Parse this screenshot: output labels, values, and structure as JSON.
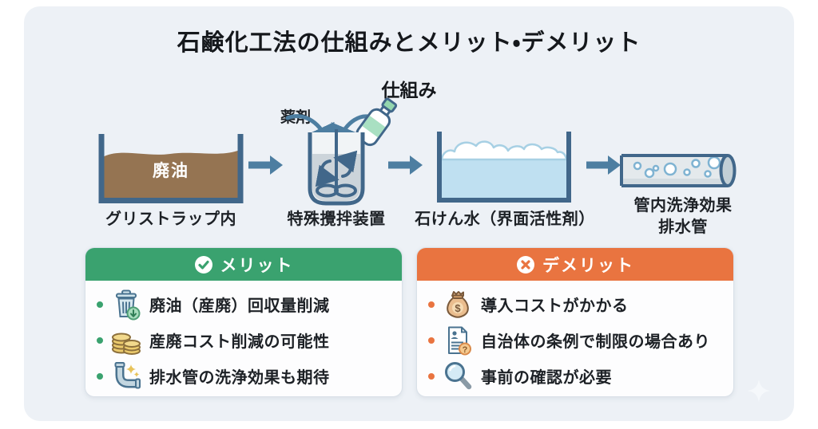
{
  "title": "石鹸化工法の仕組みとメリット・デメリット",
  "flow": {
    "heading": "仕組み",
    "chemical_label": "薬剤",
    "stages": [
      {
        "label": "グリストラップ内",
        "content_label": "廃油",
        "icon": "grease-trap-tank-icon"
      },
      {
        "label": "特殊攪拌装置",
        "icon": "stirring-vessel-icon"
      },
      {
        "label": "石けん水（界面活性剤）",
        "icon": "soap-water-tank-icon"
      },
      {
        "label_line1": "管内洗浄効果",
        "label_line2": "排水管",
        "icon": "drain-pipe-icon"
      }
    ]
  },
  "merit": {
    "title": "メリット",
    "header_icon": "check-circle-icon",
    "accent": "#3aa26f",
    "items": [
      {
        "text": "廃油（産廃）回収量削減",
        "icon": "trash-can-down-icon"
      },
      {
        "text": "産廃コスト削減の可能性",
        "icon": "coins-icon"
      },
      {
        "text": "排水管の洗浄効果も期待",
        "icon": "pipe-sparkle-icon"
      }
    ]
  },
  "demerit": {
    "title": "デメリット",
    "header_icon": "x-circle-icon",
    "accent": "#e97440",
    "items": [
      {
        "text": "導入コストがかかる",
        "icon": "money-bag-icon"
      },
      {
        "text": "自治体の条例で制限の場合あり",
        "icon": "document-question-icon"
      },
      {
        "text": "事前の確認が必要",
        "icon": "magnifier-icon"
      }
    ]
  },
  "glyphs": {
    "dollar": "$",
    "question": "?"
  },
  "colors": {
    "panel_bg": "#edf1f6",
    "outline_slate": "#41678a",
    "arrow_blue": "#4d7ea1",
    "oil_brown": "#957452",
    "water_blue": "#bfe0f1",
    "merit_green": "#3aa26f",
    "demerit_orange": "#e97440"
  }
}
